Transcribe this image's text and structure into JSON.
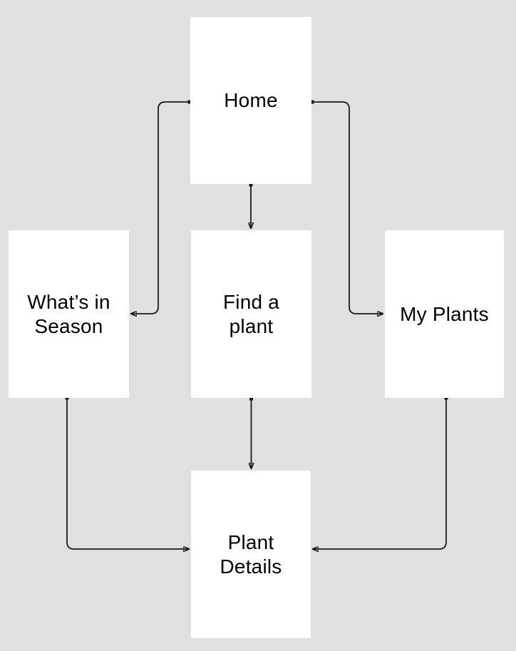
{
  "canvas": {
    "background_color": "#e0e0e0",
    "node_fill_color": "#ffffff",
    "connector_color": "#1a1a1a",
    "text_color": "#000000"
  },
  "diagram": {
    "type": "navigation-flow",
    "nodes": [
      {
        "id": "home",
        "label": "Home"
      },
      {
        "id": "whats-in-season",
        "label": "What’s in\nSeason"
      },
      {
        "id": "find-a-plant",
        "label": "Find a\nplant"
      },
      {
        "id": "my-plants",
        "label": "My Plants"
      },
      {
        "id": "plant-details",
        "label": "Plant\nDetails"
      }
    ],
    "edges": [
      {
        "from": "home",
        "to": "find-a-plant"
      },
      {
        "from": "home",
        "to": "whats-in-season"
      },
      {
        "from": "home",
        "to": "my-plants"
      },
      {
        "from": "find-a-plant",
        "to": "plant-details"
      },
      {
        "from": "whats-in-season",
        "to": "plant-details"
      },
      {
        "from": "my-plants",
        "to": "plant-details"
      }
    ]
  }
}
